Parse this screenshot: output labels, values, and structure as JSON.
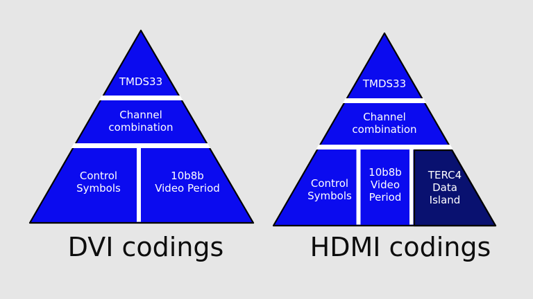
{
  "colors": {
    "background": "#e6e6e6",
    "segment_blue": "#0b0bef",
    "segment_navy": "#091170",
    "outline_black": "#000000",
    "gap_white": "#ffffff",
    "label_text": "#ffffff",
    "caption_text": "#0d0d0d"
  },
  "dvi": {
    "caption": "DVI codings",
    "tmds": "TMDS33",
    "channel_line1": "Channel",
    "channel_line2": "combination",
    "control_line1": "Control",
    "control_line2": "Symbols",
    "video_line1": "10b8b",
    "video_line2": "Video Period"
  },
  "hdmi": {
    "caption": "HDMI codings",
    "tmds": "TMDS33",
    "channel_line1": "Channel",
    "channel_line2": "combination",
    "control_line1": "Control",
    "control_line2": "Symbols",
    "video_line1": "10b8b",
    "video_line2": "Video",
    "video_line3": "Period",
    "terc4_line1": "TERC4",
    "terc4_line2": "Data",
    "terc4_line3": "Island"
  }
}
